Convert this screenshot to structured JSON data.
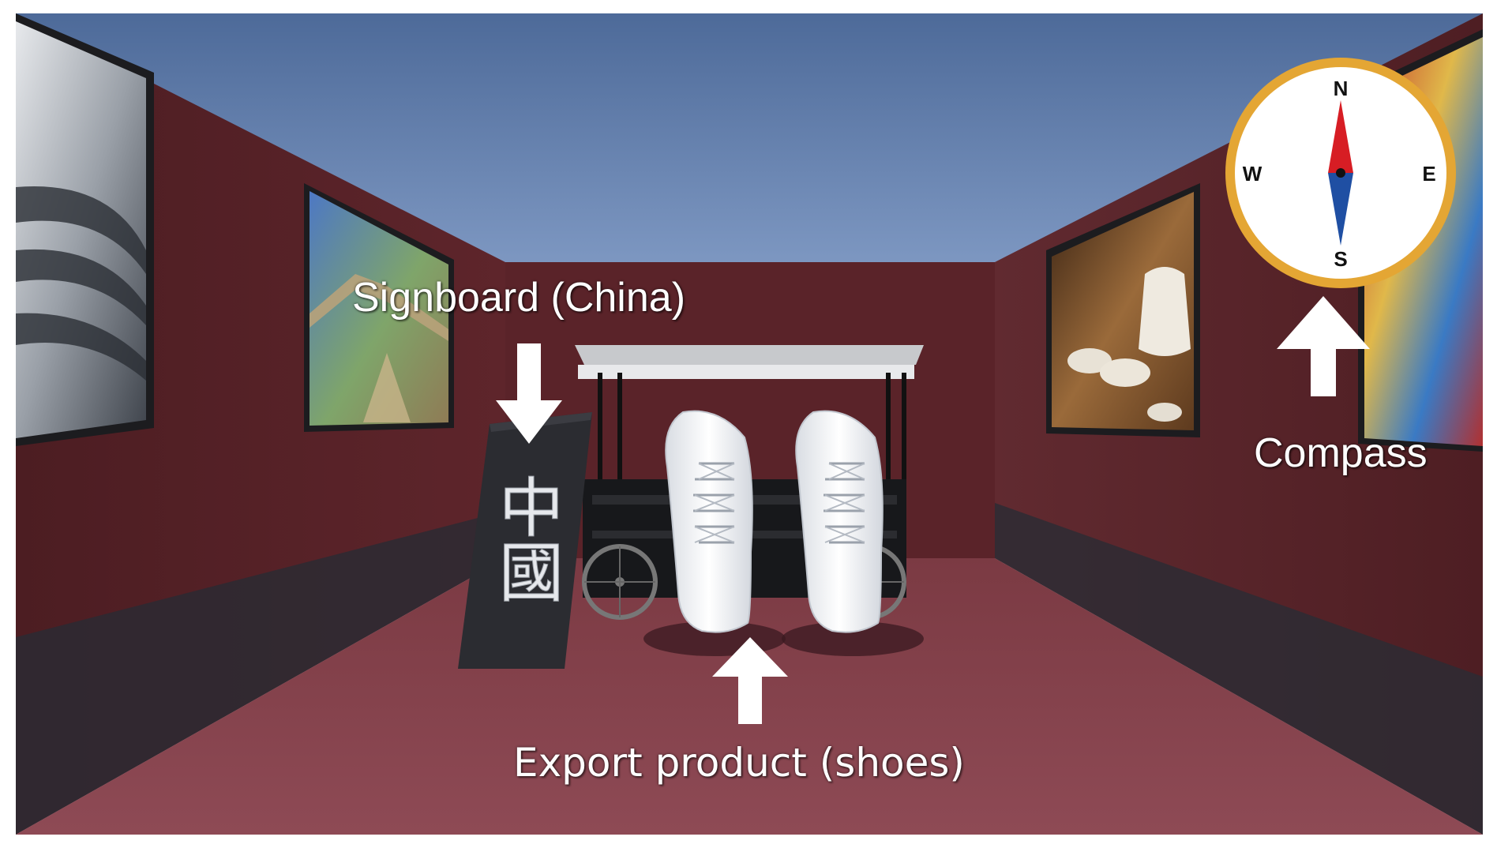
{
  "annotations": {
    "signboard": "Signboard (China)",
    "export_product": "Export product (shoes)",
    "compass": "Compass"
  },
  "compass": {
    "north": "N",
    "east": "E",
    "south": "S",
    "west": "W"
  },
  "signboard_text": "中國",
  "colors": {
    "sky": "#5a77a3",
    "wall": "#5b2329",
    "floor": "#86434d",
    "compass_ring": "#e4a634",
    "needle_north": "#d71d24",
    "needle_south": "#1f4fa3"
  }
}
